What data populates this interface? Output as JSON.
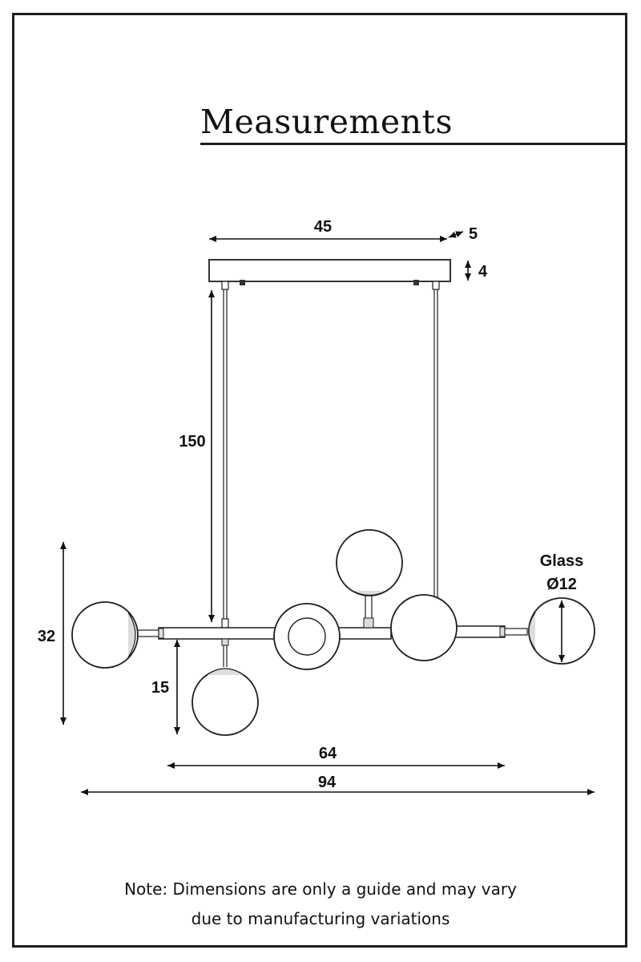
{
  "title": "Measurements",
  "dimensions": {
    "canopy_length": "45",
    "canopy_depth": "5",
    "canopy_height": "4",
    "cable_drop": "150",
    "fixture_height": "32",
    "pendant_drop": "15",
    "glass_label": "Glass",
    "glass_diameter": "Ø12",
    "bar_length": "64",
    "total_width": "94"
  },
  "note": {
    "line1": "Note: Dimensions are only a guide and may vary",
    "line2": "due to manufacturing variations"
  },
  "colors": {
    "line": "#1e1e1e",
    "globe_fill": "#ffffff",
    "background": "#ffffff"
  }
}
